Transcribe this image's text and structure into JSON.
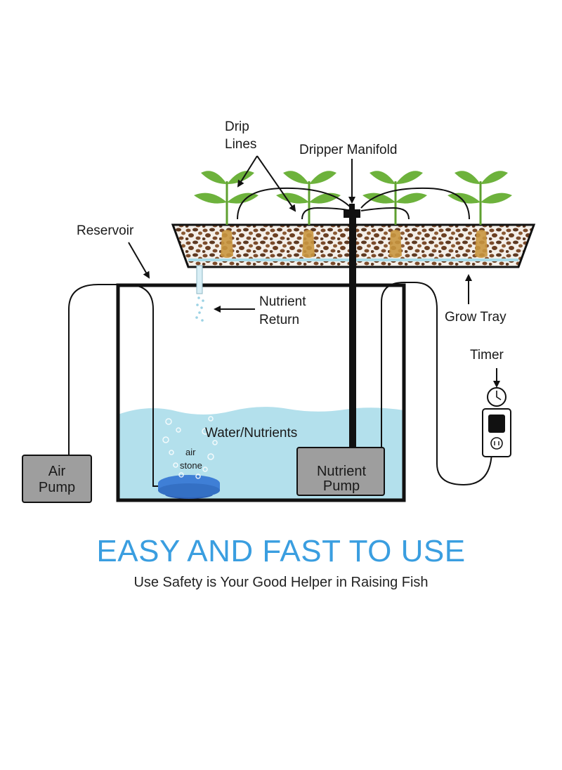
{
  "labels": {
    "drip_lines_1": "Drip",
    "drip_lines_2": "Lines",
    "dripper_manifold": "Dripper Manifold",
    "reservoir": "Reservoir",
    "nutrient_return_1": "Nutrient",
    "nutrient_return_2": "Return",
    "grow_tray": "Grow Tray",
    "timer": "Timer",
    "water_nutrients": "Water/Nutrients",
    "air_stone_1": "air",
    "air_stone_2": "stone",
    "air_pump_1": "Air",
    "air_pump_2": "Pump",
    "nutrient_pump_1": "Nutrient",
    "nutrient_pump_2": "Pump"
  },
  "headline": "EASY AND FAST TO USE",
  "subheadline": "Use Safety is Your Good Helper in Raising Fish",
  "colors": {
    "headline": "#3a9ee0",
    "water": "#b3e0ec",
    "leaf": "#6db23c",
    "media": "#7a4a2a",
    "pump_box": "#9e9e9e",
    "air_stone": "#3f7fd6"
  }
}
